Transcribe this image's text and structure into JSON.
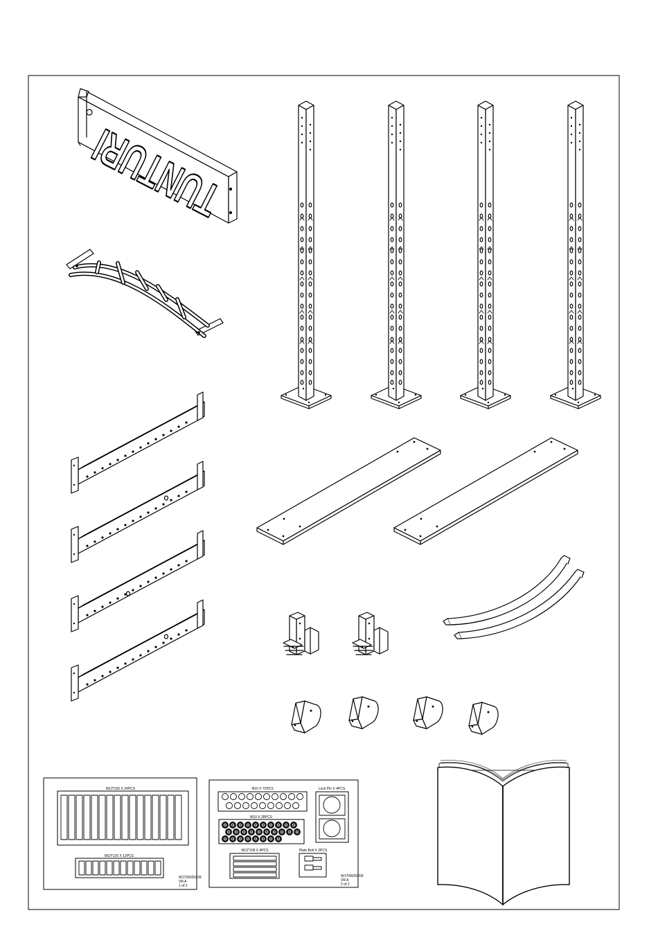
{
  "parts_sheet": {
    "logo_text": "TUNTURI",
    "bag1": {
      "label_top": "M10*150 X 24PCS",
      "label_bottom": "M10*125 X 12PCS",
      "code": "W1709020209",
      "rev": "VR A",
      "page": "1 of 2"
    },
    "bag2": {
      "label_washers": "Φ10 X 72PCS",
      "label_nuts": "M10 X 28PCS",
      "label_lockpin": "Lock Pin X 4PCS",
      "label_bolts": "M12*105 X 4PCS",
      "label_platebolt": "Plate Bolt X 2PCS",
      "code": "W1709020209",
      "rev": "VR A",
      "page": "2 of 2"
    },
    "colors": {
      "line": "#000000",
      "paper": "#ffffff",
      "fill_dark": "#222222"
    }
  }
}
